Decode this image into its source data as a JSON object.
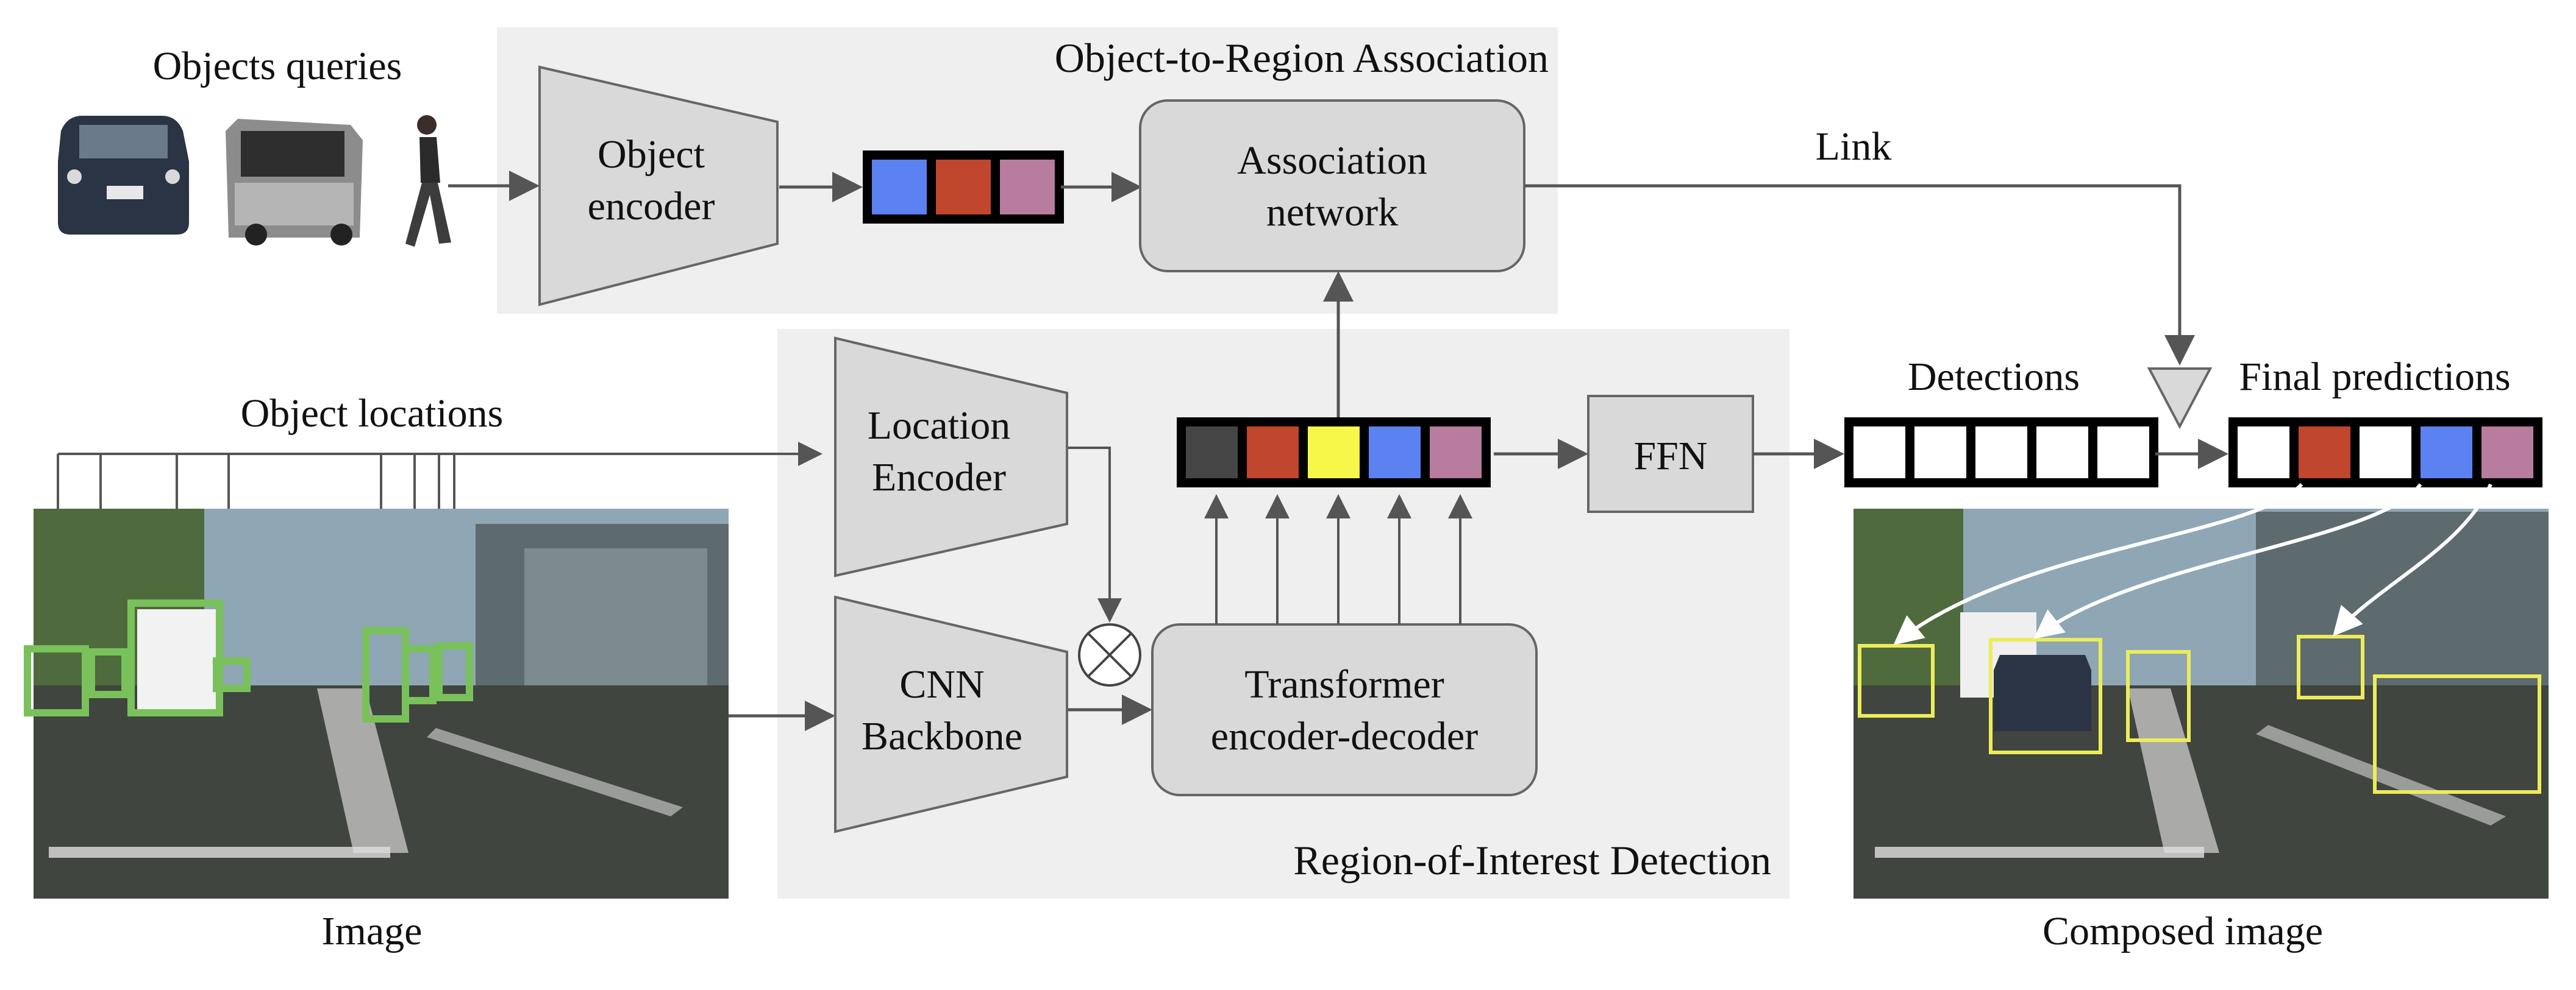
{
  "labels": {
    "objects_queries": "Objects queries",
    "object_to_region": "Object-to-Region Association",
    "object_encoder_1": "Object",
    "object_encoder_2": "encoder",
    "association_1": "Association",
    "association_2": "network",
    "link": "Link",
    "object_locations": "Object locations",
    "location_encoder_1": "Location",
    "location_encoder_2": "Encoder",
    "cnn_1": "CNN",
    "cnn_2": "Backbone",
    "transformer_1": "Transformer",
    "transformer_2": "encoder-decoder",
    "ffn": "FFN",
    "detections": "Detections",
    "final_predictions": "Final predictions",
    "roi_detection": "Region-of-Interest Detection",
    "image": "Image",
    "composed_image": "Composed image"
  },
  "colors": {
    "panel_bg": "#efefef",
    "block_fill": "#d9d9d9",
    "block_stroke": "#666666",
    "arrow": "#555555",
    "token_blue": "#5b82f0",
    "token_red": "#c0462e",
    "token_pink": "#b77c9e",
    "token_dark": "#454545",
    "token_yellow": "#f7f74a",
    "token_white": "#ffffff",
    "green_box": "#79c15a",
    "yellow_box": "#ecec5a",
    "sky": "#8fa6b5",
    "road": "#3a3f3c"
  },
  "object_tokens": [
    "token_blue",
    "token_red",
    "token_pink"
  ],
  "transformer_tokens": [
    "token_dark",
    "token_red",
    "token_yellow",
    "token_blue",
    "token_pink"
  ],
  "detection_tokens": [
    "token_white",
    "token_white",
    "token_white",
    "token_white",
    "token_white"
  ],
  "final_tokens": [
    "token_white",
    "token_red",
    "token_white",
    "token_blue",
    "token_pink"
  ],
  "query_objects": [
    "car-query-icon",
    "van-query-icon",
    "pedestrian-query-icon"
  ]
}
